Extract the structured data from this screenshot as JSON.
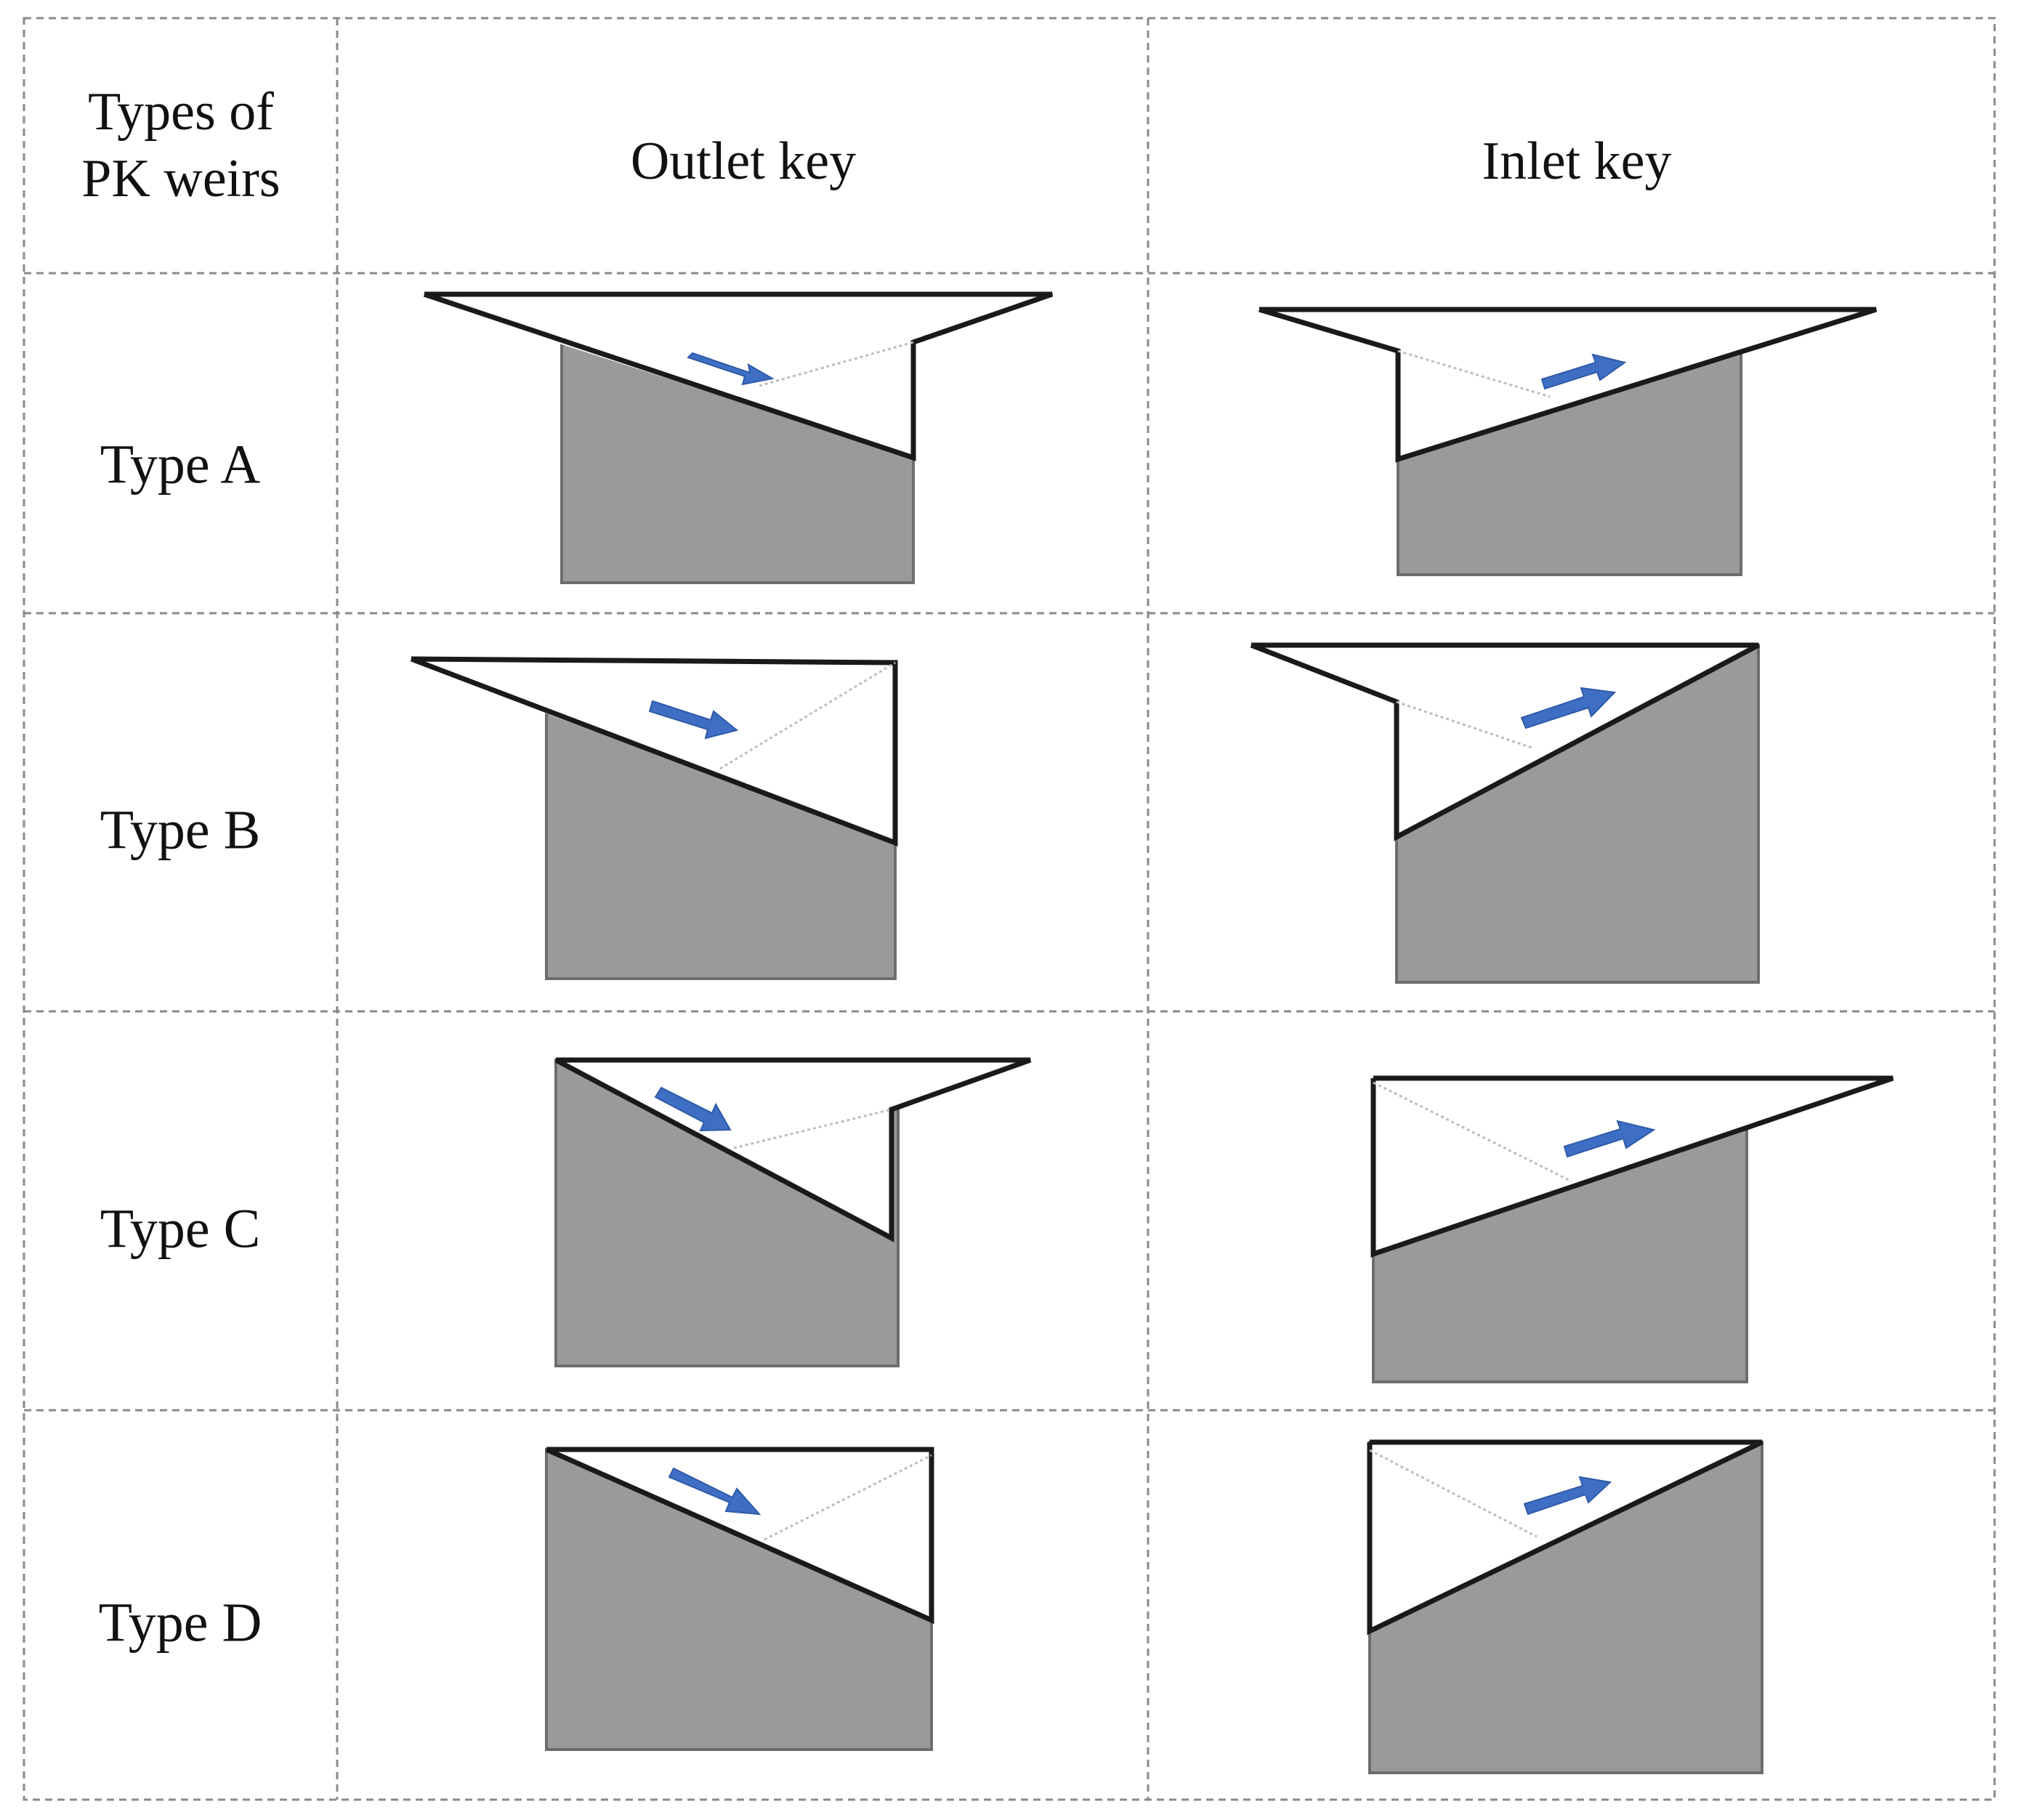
{
  "table": {
    "corner_header": [
      "Types of",
      "PK weirs"
    ],
    "columns": [
      "Outlet key",
      "Inlet key"
    ],
    "rows": [
      "Type A",
      "Type B",
      "Type C",
      "Type D"
    ]
  },
  "colors": {
    "grid_line": "#8a8a8a",
    "solid_fill": "#9a9a9b",
    "outline": "#1a1a1a",
    "arrow": "#3f6fc4",
    "flow_line": "#bdbdbd"
  },
  "icons": {
    "flow_arrow": "right-arrow-icon"
  }
}
